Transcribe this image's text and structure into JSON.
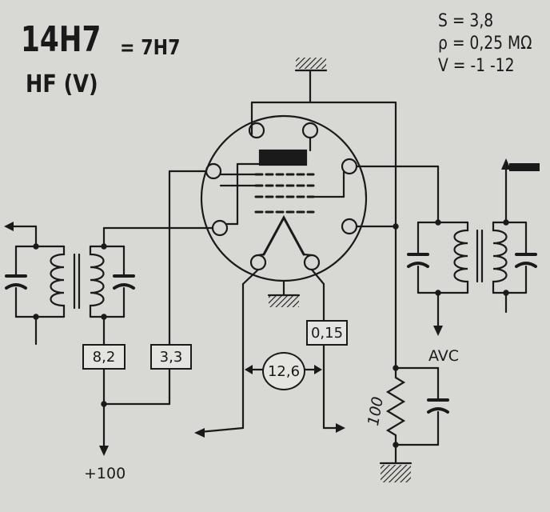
{
  "tube": {
    "type": "14H7",
    "equivalent_sep": "=",
    "equivalent": "7H7",
    "function": "HF (V)"
  },
  "params": {
    "s": "S = 3,8",
    "rho": "ρ = 0,25 MΩ",
    "v": "V = -1 -12"
  },
  "boxes": {
    "left_transformer_resistor": "8,2",
    "screen_resistor": "3,3",
    "heater_current": "0,15",
    "heater_voltage": "12,6"
  },
  "labels": {
    "supply": "+100",
    "avc": "AVC",
    "cathode_resistor": "100"
  }
}
